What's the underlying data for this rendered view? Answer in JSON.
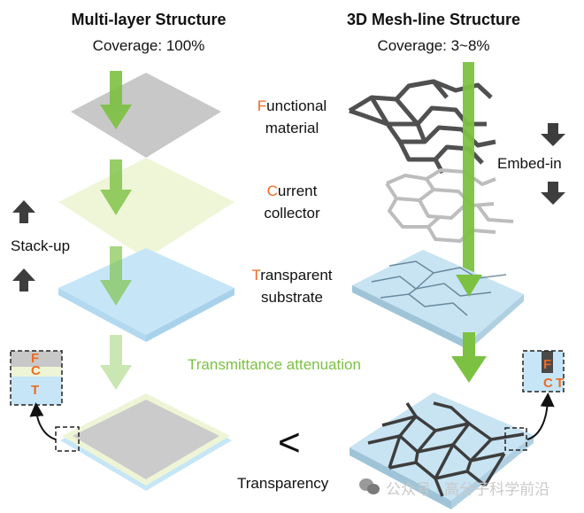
{
  "left_panel": {
    "title": "Multi-layer Structure",
    "coverage": "Coverage: 100%",
    "side_label": "Stack-up",
    "layers": [
      "functional-material-layer",
      "current-collector-layer",
      "transparent-substrate-layer"
    ],
    "inset_letters": [
      "F",
      "C",
      "T"
    ]
  },
  "right_panel": {
    "title": "3D Mesh-line Structure",
    "coverage": "Coverage: 3~8%",
    "side_label": "Embed-in",
    "inset_letters": [
      "F",
      "C",
      "T"
    ]
  },
  "center_labels": [
    {
      "initial": "F",
      "rest_line1": "unctional",
      "line2": "material"
    },
    {
      "initial": "C",
      "rest_line1": "urrent",
      "line2": "collector"
    },
    {
      "initial": "T",
      "rest_line1": "ransparent",
      "line2": "substrate"
    }
  ],
  "attenuation_label": "Transmittance attenuation",
  "comparison_symbol": "<",
  "transparency_label": "Transparency",
  "watermark": "公众号 · 高分子科学前沿",
  "colors": {
    "accent_orange": "#ee6a22",
    "arrow_green": "#7cc142",
    "functional_gray": "#c8c8c8",
    "collector_yellow": "#eef5d6",
    "substrate_blue": "#c6e6f8",
    "mesh_dark": "#4a4a4a"
  }
}
